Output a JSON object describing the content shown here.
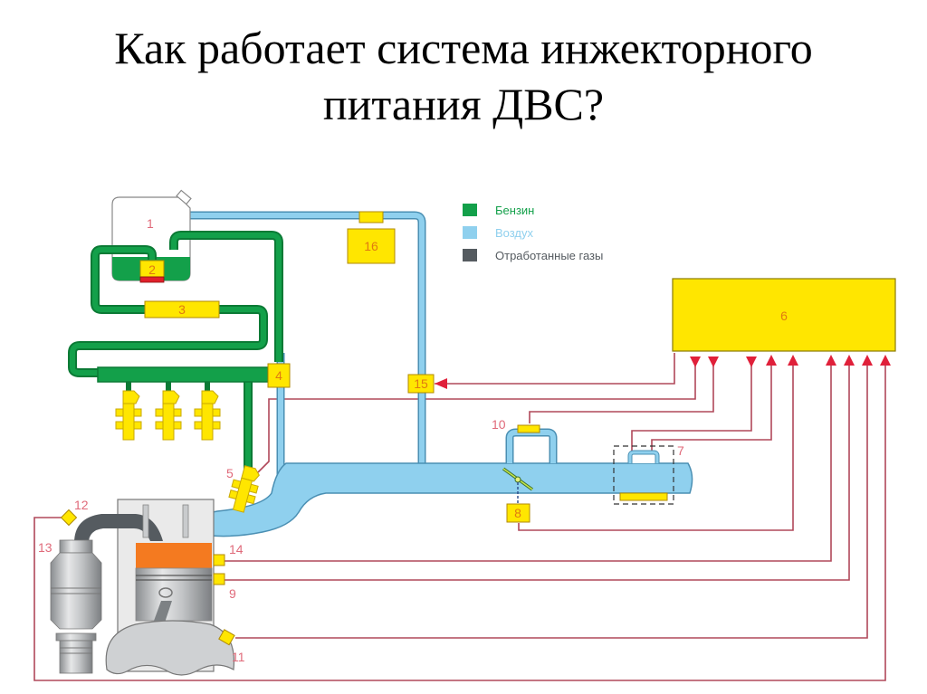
{
  "title": {
    "line1": "Как работает система инжекторного",
    "line2": "питания ДВС?"
  },
  "legend": [
    {
      "label": "Бензин",
      "color": "#13a04a"
    },
    {
      "label": "Воздух",
      "color": "#8fd0ee"
    },
    {
      "label": "Отработанные газы",
      "color": "#555b60"
    }
  ],
  "colors": {
    "fuel": "#13a04a",
    "fuel_dark": "#0b7a35",
    "air": "#8fd0ee",
    "air_stroke": "#4a8fb3",
    "exhaust": "#555b60",
    "component": "#ffe600",
    "signal": "#b0485a",
    "arrow": "#e0203a",
    "piston_head": "#f47a20",
    "label": "#e06a7a"
  },
  "components": {
    "c1": "1",
    "c2": "2",
    "c3": "3",
    "c4": "4",
    "c5": "5",
    "c6": "6",
    "c7": "7",
    "c8": "8",
    "c9": "9",
    "c10": "10",
    "c11": "11",
    "c12": "12",
    "c13": "13",
    "c14": "14",
    "c15": "15",
    "c16": "16"
  }
}
